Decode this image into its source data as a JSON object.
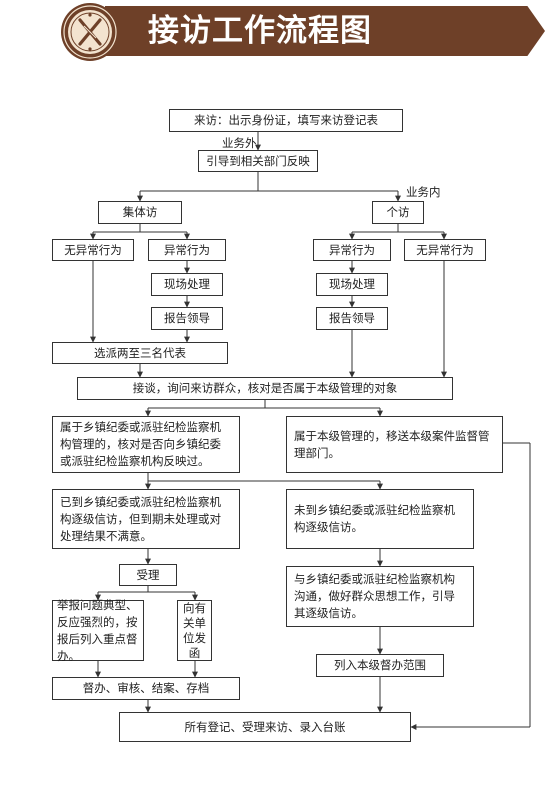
{
  "title": "接访工作流程图",
  "labels": {
    "outside": "业务外",
    "inside": "业务内"
  },
  "nodes": {
    "visit": "来访：出示身份证，填写来访登记表",
    "guide": "引导到相关部门反映",
    "collective": "集体访",
    "individual": "个访",
    "left_normal": "无异常行为",
    "left_abnormal": "异常行为",
    "left_onsite": "现场处理",
    "left_report": "报告领导",
    "select_reps": "选派两至三名代表",
    "right_abnormal": "异常行为",
    "right_normal": "无异常行为",
    "right_onsite": "现场处理",
    "right_report": "报告领导",
    "interview": "接谈，询问来访群众，核对是否属于本级管理的对象",
    "town_check": "属于乡镇纪委或派驻纪检监察机构管理的，核对是否向乡镇纪委或派驻纪检监察机构反映过。",
    "own_level": "属于本级管理的，移送本级案件监督管理部门。",
    "escalated": "已到乡镇纪委或派驻纪检监察机构逐级信访，但到期未处理或对处理结果不满意。",
    "not_escalated": "未到乡镇纪委或派驻纪检监察机构逐级信访。",
    "accept": "受理",
    "key_supervise": "举报问题典型、反应强烈的，按报后列入重点督办。",
    "send_letter": "向有关单位发函",
    "communicate": "与乡镇纪委或派驻纪检监察机构沟通，做好群众思想工作，引导其逐级信访。",
    "supervise_scope": "列入本级督办范围",
    "process": "督办、审核、结案、存档",
    "register": "所有登记、受理来访、录入台账"
  }
}
